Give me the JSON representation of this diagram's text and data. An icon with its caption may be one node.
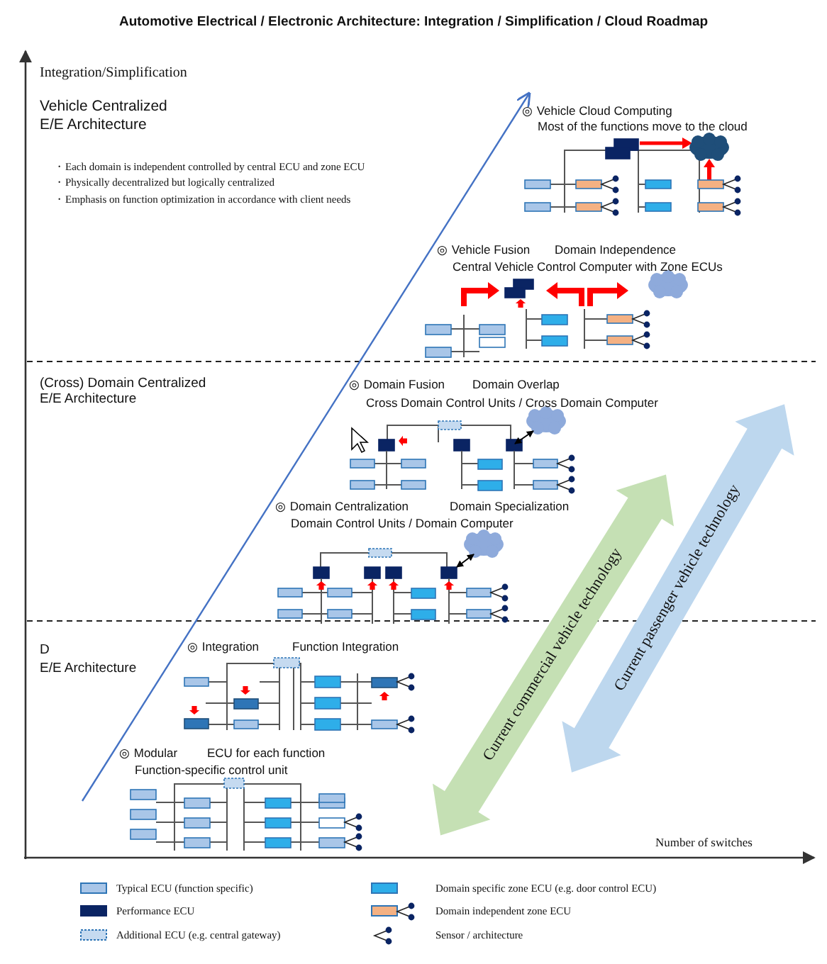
{
  "diagram": {
    "title": "Automotive Electrical / Electronic Architecture: Integration / Simplification / Cloud Roadmap",
    "labels": [
      "Integration/Simplification",
      "Vehicle Centralized E/E Architecture",
      "・Each domain is independent controlled by central ECU and zone ECU",
      "・Physically decentralized but logically centralized",
      "・Emphasis on function optimization in accordance with client needs",
      "◎ Vehicle Cloud Computing",
      "Most of the functions move to the cloud",
      "◎ Vehicle Fusion",
      "Domain Independence",
      "Central Vehicle Control Computer with Zone ECUs",
      "(Cross) Domain Centralized E/E Architecture",
      "◎ Domain Fusion",
      "Domain Overlap",
      "Cross Domain Control Units / Cross Domain Computer",
      "◎ Domain Centralization",
      "Domain Specialization",
      "Domain Control Units / Domain Computer",
      "Current passenger vehicle technology",
      "Current commercial vehicle technology",
      "D",
      "E/E Architecture",
      "◎ Integration",
      "Function Integration",
      "◎ Modular",
      "ECU for each function",
      "Function-specific control unit",
      "Number of switches"
    ],
    "legend": [
      {
        "text": "Typical ECU (function specific)",
        "color": "#a9c6e8"
      },
      {
        "text": "Performance ECU",
        "color": "#0a2463"
      },
      {
        "text": "Additional ECU (e.g. central gateway)",
        "color": "#c5daf0"
      },
      {
        "text": "Domain specific zone ECU (e.g. door control ECU)",
        "color": "#2eaee9"
      },
      {
        "text": "Domain independent zone ECU",
        "color": "#f4b183"
      },
      {
        "text": "Sensor / architecture"
      }
    ]
  }
}
